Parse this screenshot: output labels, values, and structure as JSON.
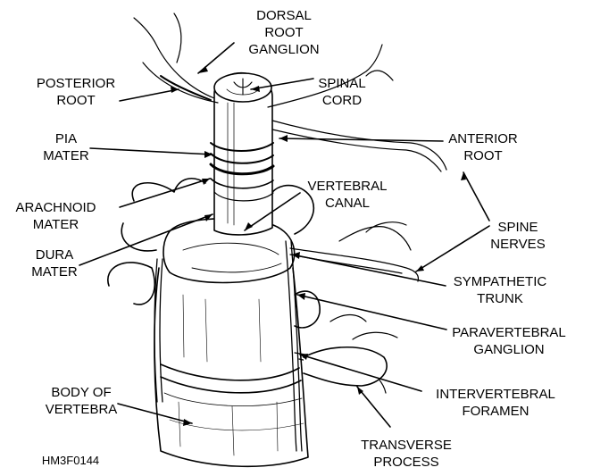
{
  "labels": {
    "dorsal_root_ganglion": [
      "DORSAL",
      "ROOT",
      "GANGLION"
    ],
    "posterior_root": [
      "POSTERIOR",
      "ROOT"
    ],
    "spinal_cord": [
      "SPINAL",
      "CORD"
    ],
    "pia_mater": [
      "PIA",
      "MATER"
    ],
    "anterior_root": [
      "ANTERIOR",
      "ROOT"
    ],
    "arachnoid_mater": [
      "ARACHNOID",
      "MATER"
    ],
    "vertebral_canal": [
      "VERTEBRAL",
      "CANAL"
    ],
    "spine_nerves": [
      "SPINE",
      "NERVES"
    ],
    "dura_mater": [
      "DURA",
      "MATER"
    ],
    "sympathetic_trunk": [
      "SYMPATHETIC",
      "TRUNK"
    ],
    "paravertebral_ganglion": [
      "PARAVERTEBRAL",
      "GANGLION"
    ],
    "body_of_vertebra": [
      "BODY OF",
      "VERTEBRA"
    ],
    "intervertebral_foramen": [
      "INTERVERTEBRAL",
      "FORAMEN"
    ],
    "transverse_process": [
      "TRANSVERSE",
      "PROCESS"
    ]
  },
  "figure_code": "HM3F0144",
  "colors": {
    "ink": "#000000",
    "paper": "#ffffff"
  }
}
